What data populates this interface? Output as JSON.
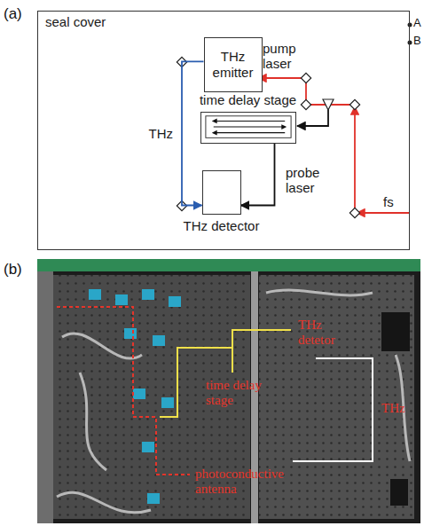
{
  "diagram": {
    "nodes": [
      {
        "text": [
          "seal cover"
        ]
      },
      {
        "text": [
          "THz emitter"
        ],
        "in": 0
      },
      {
        "text": [
          "time delay stage"
        ],
        "in": 0
      },
      {
        "text": [
          "THz detector"
        ],
        "in": 0
      }
    ],
    "edges": [
      {
        "from": 1,
        "to": 3,
        "arrow": "to",
        "label": "THz"
      },
      {
        "from": 2,
        "to": 3,
        "arrow": "to"
      }
    ],
    "labels": [
      "(a)",
      "A",
      "B",
      "pump laser",
      "probe laser",
      "fs",
      "(b)",
      "THz detetor",
      "time delay stage",
      "photoconductive antenna",
      "THz"
    ]
  }
}
